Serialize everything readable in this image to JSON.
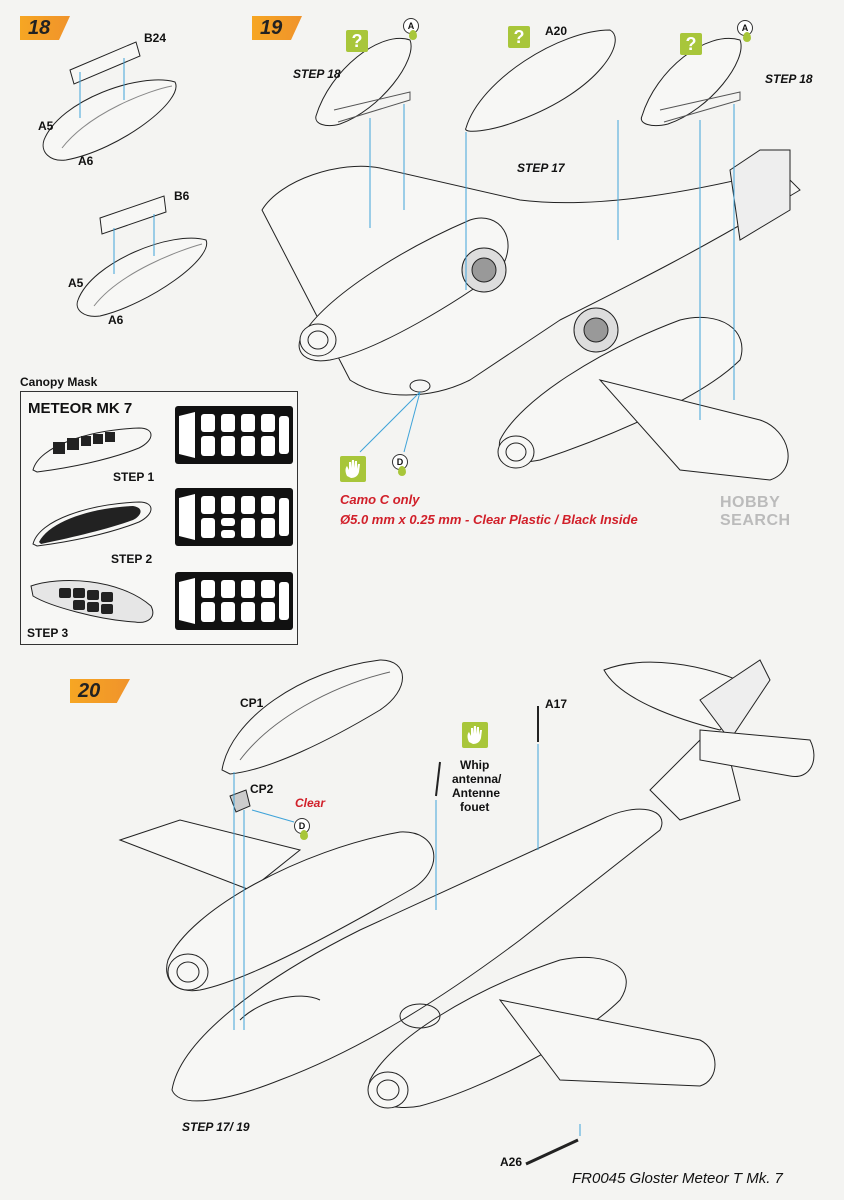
{
  "steps": {
    "s18": "18",
    "s19": "19",
    "s20": "20"
  },
  "step18": {
    "parts": {
      "b24": "B24",
      "a5_top": "A5",
      "a6_top": "A6",
      "b6": "B6",
      "a5_bot": "A5",
      "a6_bot": "A6"
    }
  },
  "step19": {
    "labels": {
      "step18_left": "STEP 18",
      "step18_right": "STEP 18",
      "a20": "A20",
      "step17": "STEP 17"
    },
    "glue_a_left": "A",
    "glue_a_right": "A",
    "glue_d": "D",
    "question_mark": "?",
    "note_line1": "Camo C only",
    "note_line2": "Ø5.0 mm x 0.25 mm - Clear Plastic / Black Inside"
  },
  "canopy_mask": {
    "title": "Canopy Mask",
    "heading": "METEOR MK 7",
    "steps": [
      "STEP 1",
      "STEP 2",
      "STEP 3"
    ]
  },
  "step20": {
    "labels": {
      "cp1": "CP1",
      "cp2": "CP2",
      "clear": "Clear",
      "glue_d": "D",
      "a17": "A17",
      "whip1": "Whip",
      "whip2": "antenna/",
      "whip3": "Antenne",
      "whip4": "fouet",
      "step17_19": "STEP 17/ 19",
      "a26": "A26"
    }
  },
  "footer": {
    "code": "FR0045 Gloster Meteor T Mk. 7",
    "watermark": "HOBBY SEARCH"
  },
  "colors": {
    "accent_orange": "#f6a623",
    "glue_green": "#a8c63a",
    "note_red": "#d1202a",
    "guide_blue": "#3fa3d9"
  }
}
